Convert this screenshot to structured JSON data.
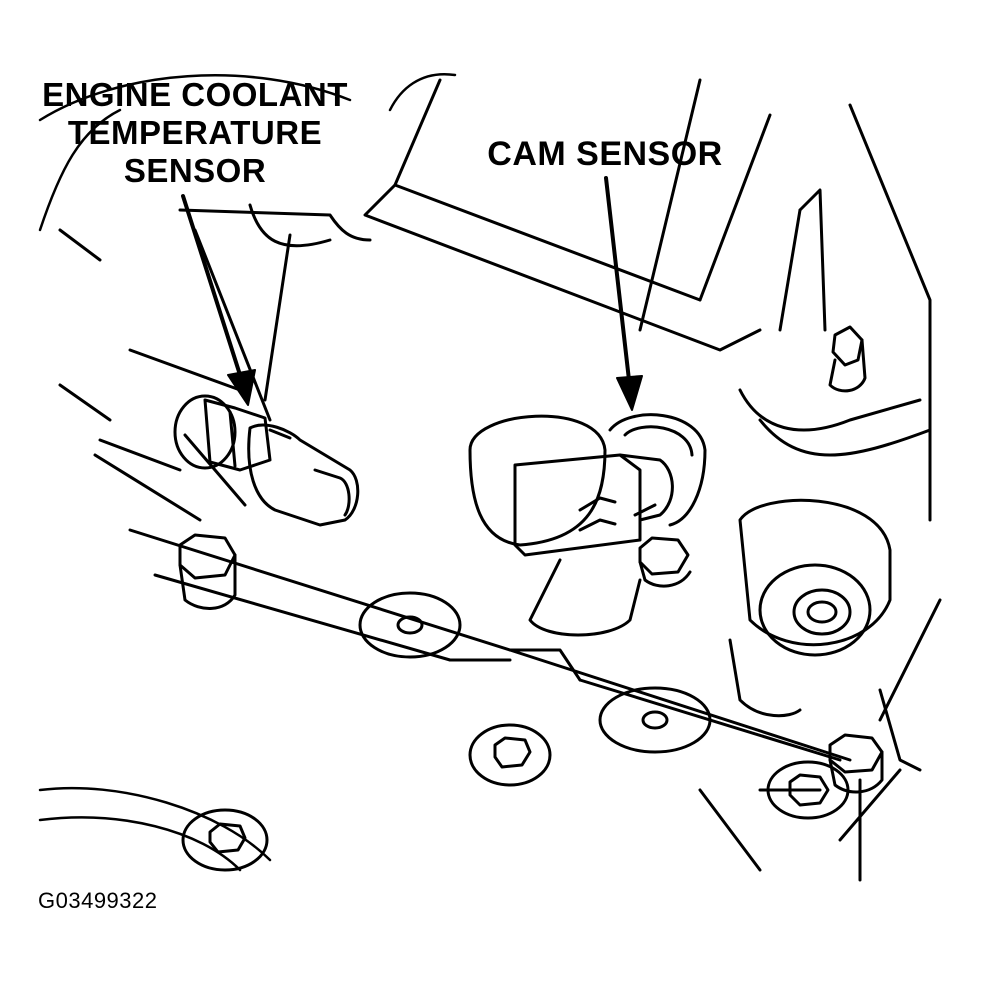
{
  "labels": {
    "ect_line1": "ENGINE COOLANT",
    "ect_line2": "TEMPERATURE",
    "ect_line3": "SENSOR",
    "cam": "CAM SENSOR"
  },
  "figure_id": "G03499322"
}
